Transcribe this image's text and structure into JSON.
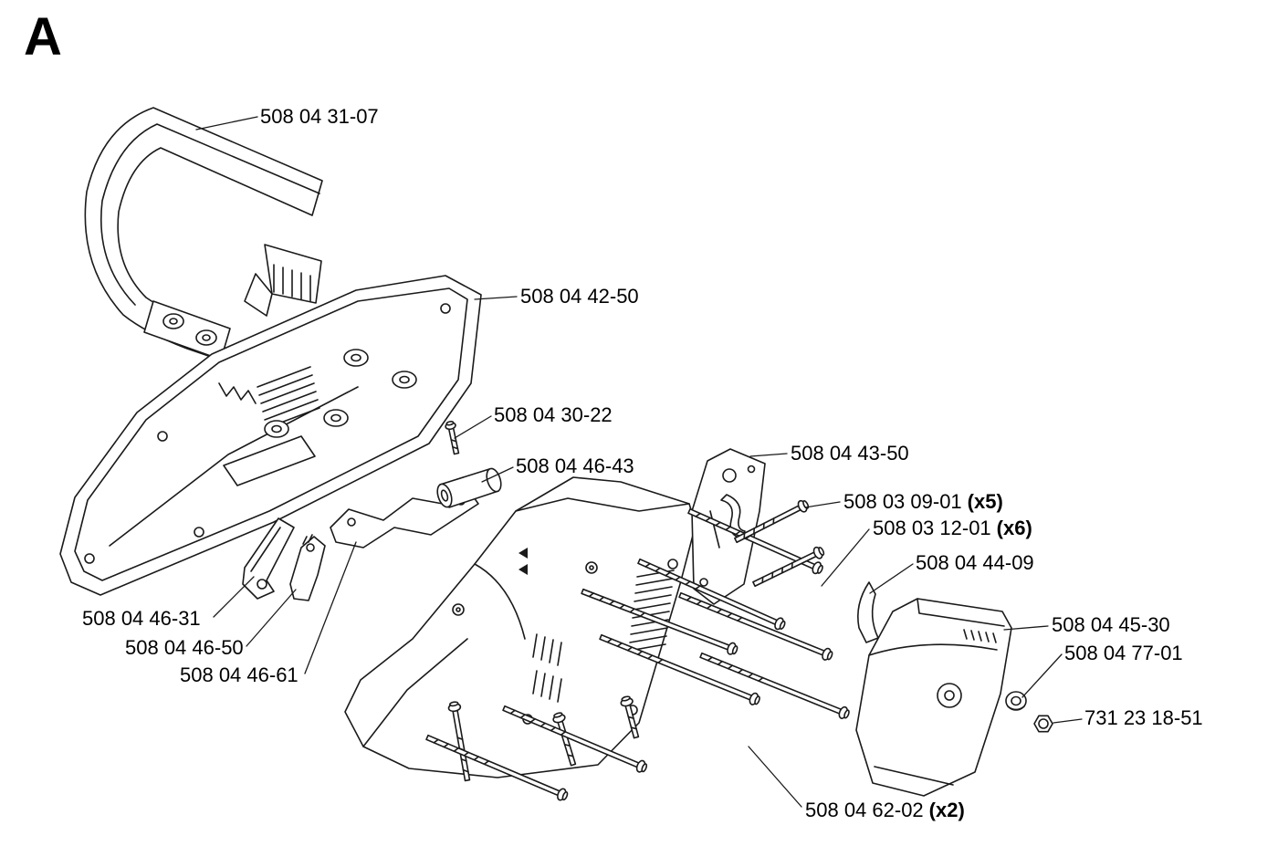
{
  "page": {
    "section_letter": "A",
    "background_color": "#ffffff",
    "line_color": "#1a1a1a",
    "text_color": "#000000",
    "diagram_type": "exploded-parts-view"
  },
  "labels": [
    {
      "part": "front-handle",
      "text": "508 04 31-07",
      "qty": ""
    },
    {
      "part": "top-cover",
      "text": "508 04 42-50",
      "qty": ""
    },
    {
      "part": "small-screw",
      "text": "508 04 30-22",
      "qty": ""
    },
    {
      "part": "damper-cylinder",
      "text": "508 04 46-43",
      "qty": ""
    },
    {
      "part": "rear-plate",
      "text": "508 04 43-50",
      "qty": ""
    },
    {
      "part": "screw-09-01",
      "text": "508 03 09-01",
      "qty": "(x5)"
    },
    {
      "part": "screw-12-01",
      "text": "508 03 12-01",
      "qty": "(x6)"
    },
    {
      "part": "bracket",
      "text": "508 04 44-09",
      "qty": ""
    },
    {
      "part": "side-cover",
      "text": "508 04 45-30",
      "qty": ""
    },
    {
      "part": "grommet",
      "text": "508 04 77-01",
      "qty": ""
    },
    {
      "part": "nut",
      "text": "731 23 18-51",
      "qty": ""
    },
    {
      "part": "trigger-lockout",
      "text": "508 04 46-31",
      "qty": ""
    },
    {
      "part": "trigger",
      "text": "508 04 46-50",
      "qty": ""
    },
    {
      "part": "throttle-rod",
      "text": "508 04 46-61",
      "qty": ""
    },
    {
      "part": "long-screw",
      "text": "508 04 62-02",
      "qty": "(x2)"
    }
  ]
}
